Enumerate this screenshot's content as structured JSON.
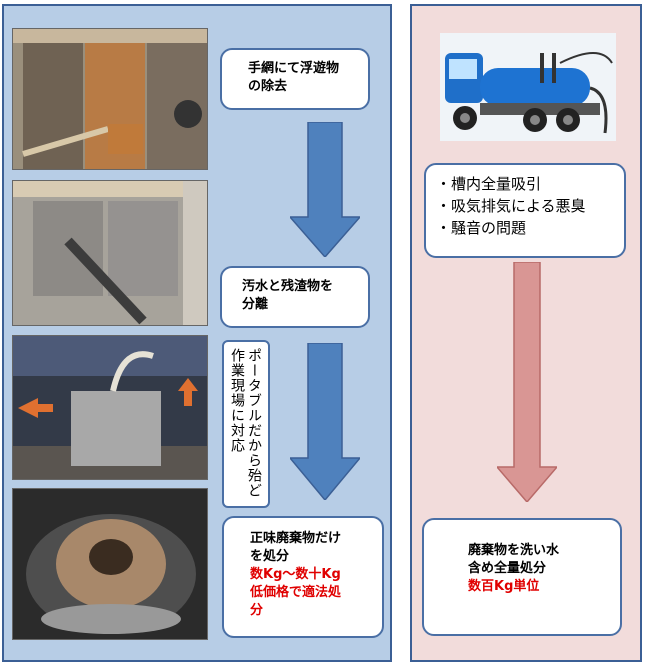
{
  "left": {
    "step1": {
      "line1": "手網にて浮遊物",
      "line2": "の除去"
    },
    "step2": {
      "line1": "汚水と残渣物を",
      "line2": "分離"
    },
    "vertical_note": "ポータブルだから殆ど作業現場に対応",
    "step3": {
      "line1": "正味廃棄物だけ",
      "line2": "を処分",
      "red1": "数Kg～数十Kg",
      "red2": "低価格で適法処",
      "red3": "分"
    }
  },
  "right": {
    "issues": [
      "・槽内全量吸引",
      "・吸気排気による悪臭",
      "・騒音の問題"
    ],
    "result": {
      "line1": "廃棄物を洗い水",
      "line2": "含め全量処分",
      "red1": "数百Kg単位"
    }
  },
  "colors": {
    "left_bg": "#b7cde6",
    "right_bg": "#f2dcdb",
    "arrow_blue": "#4f81bd",
    "arrow_red": "#d99694",
    "accent_red": "#e00000"
  }
}
